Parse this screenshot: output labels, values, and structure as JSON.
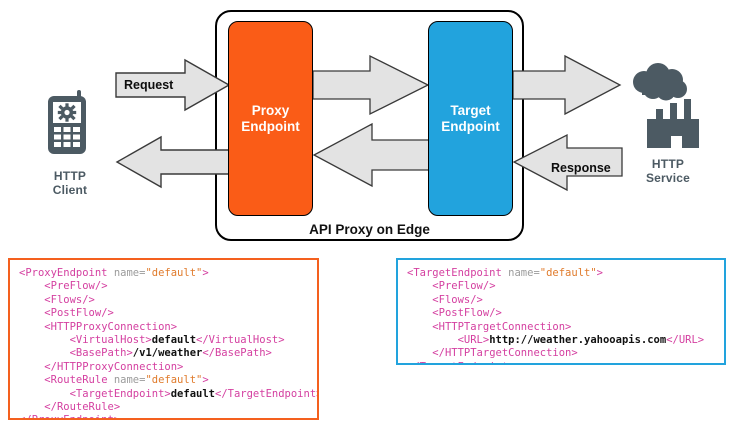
{
  "diagram": {
    "title": "API Proxy on Edge request/response flow",
    "container_caption": "API Proxy on Edge",
    "nodes": {
      "client": {
        "icon": "mobile-phone-icon",
        "label_line1": "HTTP",
        "label_line2": "Client",
        "color": "#4c5a63"
      },
      "service": {
        "icon": "factory-cloud-icon",
        "label_line1": "HTTP",
        "label_line2": "Service",
        "color": "#4c5a63"
      },
      "proxy_endpoint": {
        "label_line1": "Proxy",
        "label_line2": "Endpoint",
        "color": "#fa5c17"
      },
      "target_endpoint": {
        "label_line1": "Target",
        "label_line2": "Endpoint",
        "color": "#22a3dd"
      }
    },
    "arrows": {
      "request_label": "Request",
      "response_label": "Response",
      "fill": "#e3e3e3",
      "stroke": "#3a3a3a"
    }
  },
  "code_blocks": {
    "proxy": {
      "border_color": "#f4601e",
      "lines": [
        [
          {
            "t": "tag",
            "s": "<ProxyEndpoint "
          },
          {
            "t": "attr",
            "s": "name="
          },
          {
            "t": "val",
            "s": "\"default\""
          },
          {
            "t": "tag",
            "s": ">"
          }
        ],
        [
          {
            "t": "plain",
            "s": "    "
          },
          {
            "t": "tag",
            "s": "<PreFlow/>"
          }
        ],
        [
          {
            "t": "plain",
            "s": "    "
          },
          {
            "t": "tag",
            "s": "<Flows/>"
          }
        ],
        [
          {
            "t": "plain",
            "s": "    "
          },
          {
            "t": "tag",
            "s": "<PostFlow/>"
          }
        ],
        [
          {
            "t": "plain",
            "s": "    "
          },
          {
            "t": "tag",
            "s": "<HTTPProxyConnection>"
          }
        ],
        [
          {
            "t": "plain",
            "s": "        "
          },
          {
            "t": "tag",
            "s": "<VirtualHost>"
          },
          {
            "t": "text",
            "s": "default"
          },
          {
            "t": "tag",
            "s": "</VirtualHost>"
          }
        ],
        [
          {
            "t": "plain",
            "s": "        "
          },
          {
            "t": "tag",
            "s": "<BasePath>"
          },
          {
            "t": "text",
            "s": "/v1/weather"
          },
          {
            "t": "tag",
            "s": "</BasePath>"
          }
        ],
        [
          {
            "t": "plain",
            "s": "    "
          },
          {
            "t": "tag",
            "s": "</HTTPProxyConnection>"
          }
        ],
        [
          {
            "t": "plain",
            "s": "    "
          },
          {
            "t": "tag",
            "s": "<RouteRule "
          },
          {
            "t": "attr",
            "s": "name="
          },
          {
            "t": "val",
            "s": "\"default\""
          },
          {
            "t": "tag",
            "s": ">"
          }
        ],
        [
          {
            "t": "plain",
            "s": "        "
          },
          {
            "t": "tag",
            "s": "<TargetEndpoint>"
          },
          {
            "t": "text",
            "s": "default"
          },
          {
            "t": "tag",
            "s": "</TargetEndpoint>"
          }
        ],
        [
          {
            "t": "plain",
            "s": "    "
          },
          {
            "t": "tag",
            "s": "</RouteRule>"
          }
        ],
        [
          {
            "t": "tag",
            "s": "</ProxyEndpoint>"
          }
        ]
      ]
    },
    "target": {
      "border_color": "#22a3dd",
      "lines": [
        [
          {
            "t": "tag",
            "s": "<TargetEndpoint "
          },
          {
            "t": "attr",
            "s": "name="
          },
          {
            "t": "val",
            "s": "\"default\""
          },
          {
            "t": "tag",
            "s": ">"
          }
        ],
        [
          {
            "t": "plain",
            "s": "    "
          },
          {
            "t": "tag",
            "s": "<PreFlow/>"
          }
        ],
        [
          {
            "t": "plain",
            "s": "    "
          },
          {
            "t": "tag",
            "s": "<Flows/>"
          }
        ],
        [
          {
            "t": "plain",
            "s": "    "
          },
          {
            "t": "tag",
            "s": "<PostFlow/>"
          }
        ],
        [
          {
            "t": "plain",
            "s": "    "
          },
          {
            "t": "tag",
            "s": "<HTTPTargetConnection>"
          }
        ],
        [
          {
            "t": "plain",
            "s": "        "
          },
          {
            "t": "tag",
            "s": "<URL>"
          },
          {
            "t": "text",
            "s": "http://weather.yahooapis.com"
          },
          {
            "t": "tag",
            "s": "</URL>"
          }
        ],
        [
          {
            "t": "plain",
            "s": "    "
          },
          {
            "t": "tag",
            "s": "</HTTPTargetConnection>"
          }
        ],
        [
          {
            "t": "tag",
            "s": "</TargetEndpoint>"
          }
        ]
      ]
    }
  }
}
